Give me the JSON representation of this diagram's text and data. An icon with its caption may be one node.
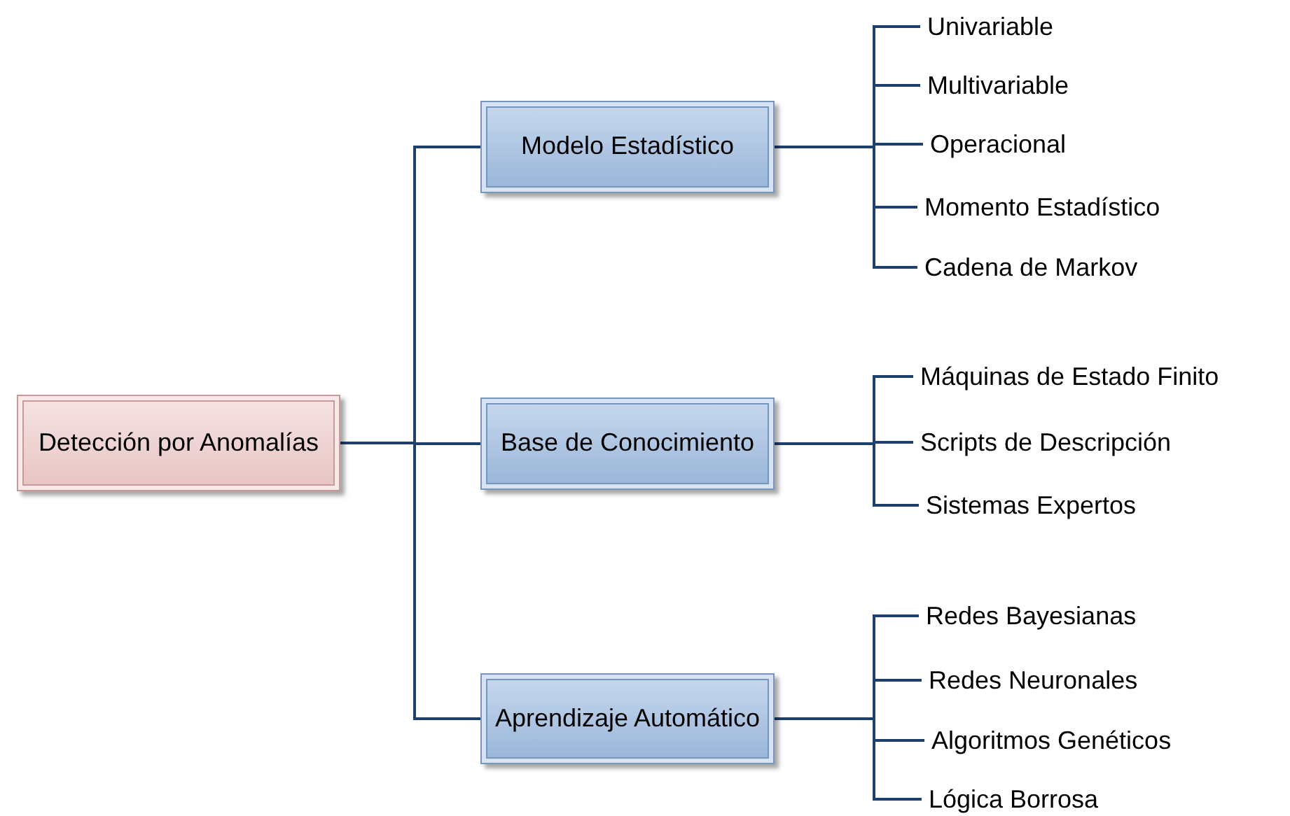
{
  "diagram": {
    "nodes": [
      {
        "text": [
          "Detección  por Anomalías"
        ]
      },
      {
        "text": [
          "Modelo Estadístico"
        ]
      },
      {
        "text": [
          "Univariable"
        ]
      },
      {
        "text": [
          "Multivariable"
        ]
      },
      {
        "text": [
          "Operacional"
        ]
      },
      {
        "text": [
          "Momento Estadístico"
        ]
      },
      {
        "text": [
          "Cadena de Markov"
        ]
      },
      {
        "text": [
          "Base de Conocimiento"
        ]
      },
      {
        "text": [
          "Máquinas de Estado Finito"
        ]
      },
      {
        "text": [
          "Scripts de Descripción"
        ]
      },
      {
        "text": [
          "Sistemas Expertos"
        ]
      },
      {
        "text": [
          "Aprendizaje Automático"
        ]
      },
      {
        "text": [
          "Redes Bayesianas"
        ]
      },
      {
        "text": [
          "Redes Neuronales"
        ]
      },
      {
        "text": [
          "Algoritmos Genéticos"
        ]
      },
      {
        "text": [
          "Lógica Borrosa"
        ]
      }
    ],
    "edges": [
      {
        "from": 0,
        "to": 1,
        "arrow": "none"
      },
      {
        "from": 0,
        "to": 7,
        "arrow": "none"
      },
      {
        "from": 0,
        "to": 11,
        "arrow": "none"
      },
      {
        "from": 1,
        "to": 2,
        "arrow": "none"
      },
      {
        "from": 1,
        "to": 3,
        "arrow": "none"
      },
      {
        "from": 1,
        "to": 4,
        "arrow": "none"
      },
      {
        "from": 1,
        "to": 5,
        "arrow": "none"
      },
      {
        "from": 1,
        "to": 6,
        "arrow": "none"
      },
      {
        "from": 7,
        "to": 8,
        "arrow": "none"
      },
      {
        "from": 7,
        "to": 9,
        "arrow": "none"
      },
      {
        "from": 7,
        "to": 10,
        "arrow": "none"
      },
      {
        "from": 11,
        "to": 12,
        "arrow": "none"
      },
      {
        "from": 11,
        "to": 13,
        "arrow": "none"
      },
      {
        "from": 11,
        "to": 14,
        "arrow": "none"
      },
      {
        "from": 11,
        "to": 15,
        "arrow": "none"
      }
    ]
  }
}
